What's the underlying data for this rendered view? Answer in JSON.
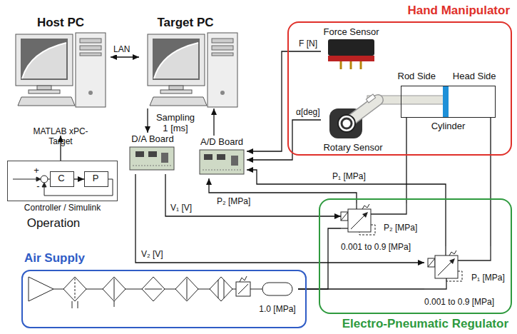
{
  "diagram": {
    "nodes": [
      {
        "text": [
          "Host PC",
          "MATLAB xPC-Target"
        ]
      },
      {
        "text": [
          "Target PC"
        ]
      },
      {
        "text": [
          "D/A Board"
        ]
      },
      {
        "text": [
          "A/D Board"
        ]
      },
      {
        "text": [
          "Controller / Simulink"
        ]
      },
      {
        "text": [
          "C"
        ],
        "in": 4
      },
      {
        "text": [
          "P"
        ],
        "in": 4
      },
      {
        "text": [
          "Hand Manipulator"
        ]
      },
      {
        "text": [
          "Force Sensor"
        ],
        "in": 7
      },
      {
        "text": [
          "Rotary Sensor"
        ],
        "in": 7
      },
      {
        "text": [
          "Rod Side",
          "Head Side",
          "Cylinder"
        ],
        "in": 7
      },
      {
        "text": [
          "Electro-Pneumatic Regulator"
        ]
      },
      {
        "text": [
          "P₂ [MPa]",
          "0.001 to 0.9 [MPa]"
        ],
        "in": 11
      },
      {
        "text": [
          "P₁ [MPa]",
          "0.001 to 0.9 [MPa]"
        ],
        "in": 11
      },
      {
        "text": [
          "Air Supply"
        ]
      },
      {
        "text": [
          "1.0 [MPa]"
        ],
        "in": 14
      }
    ],
    "edges": [
      {
        "from": 0,
        "to": 1,
        "arrow": "both",
        "label": "LAN"
      },
      {
        "from": 1,
        "to": 2,
        "arrow": "to"
      },
      {
        "from": 3,
        "to": 1,
        "arrow": "to"
      },
      {
        "from": 4,
        "to": 0,
        "arrow": "to"
      },
      {
        "from": 5,
        "to": 6,
        "arrow": "to"
      },
      {
        "from": 8,
        "to": 3,
        "arrow": "to",
        "label": "F [N]"
      },
      {
        "from": 9,
        "to": 3,
        "arrow": "to",
        "label": "α[deg]"
      },
      {
        "from": 2,
        "to": 12,
        "arrow": "to",
        "label": "V₁ [V]"
      },
      {
        "from": 2,
        "to": 13,
        "arrow": "to",
        "label": "V₂ [V]"
      },
      {
        "from": 12,
        "to": 3,
        "arrow": "to",
        "label": "P₂ [MPa]"
      },
      {
        "from": 13,
        "to": 3,
        "arrow": "to",
        "label": "P₁ [MPa]"
      },
      {
        "from": 12,
        "to": 10,
        "arrow": "none"
      },
      {
        "from": 13,
        "to": 10,
        "arrow": "none"
      },
      {
        "from": 15,
        "to": 12,
        "arrow": "none"
      },
      {
        "from": 15,
        "to": 13,
        "arrow": "none"
      }
    ],
    "labels": [
      "Sampling 1 [ms]",
      "Operation",
      "+",
      "-"
    ]
  }
}
